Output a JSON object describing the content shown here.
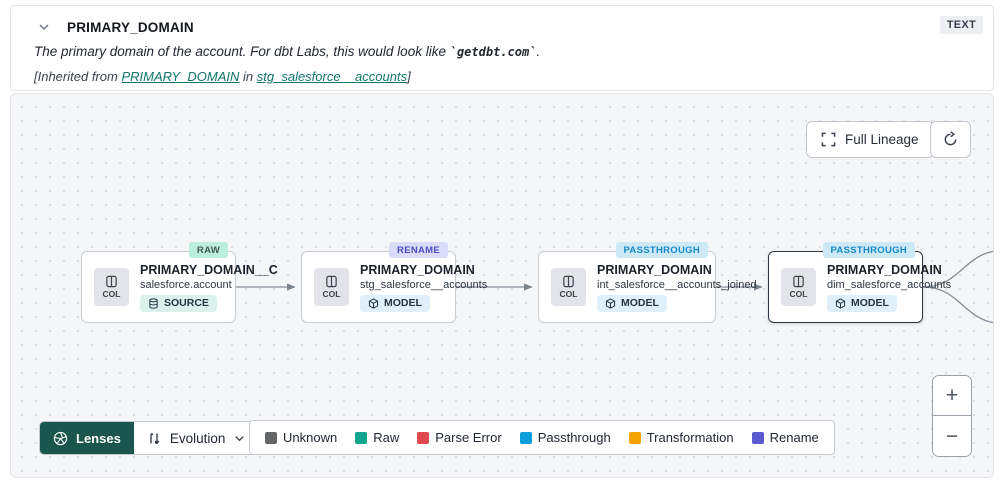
{
  "header": {
    "title": "PRIMARY_DOMAIN",
    "type_badge": "TEXT",
    "description": {
      "prefix": "The primary domain of the account. For dbt Labs, this would look like ",
      "code": "`getdbt.com`",
      "suffix": "."
    },
    "inherited": {
      "prefix": "[Inherited from ",
      "column_link": "PRIMARY_DOMAIN",
      "middle": " in ",
      "model_link": "stg_salesforce__accounts",
      "suffix": "]"
    }
  },
  "toolbar": {
    "full_lineage_label": "Full Lineage"
  },
  "graph": {
    "nodes": [
      {
        "tag": "RAW",
        "title": "PRIMARY_DOMAIN__C",
        "subtitle": "salesforce.account",
        "kind": "SOURCE",
        "col_label": "COL",
        "selected": false
      },
      {
        "tag": "RENAME",
        "title": "PRIMARY_DOMAIN",
        "subtitle": "stg_salesforce__accounts",
        "kind": "MODEL",
        "col_label": "COL",
        "selected": false
      },
      {
        "tag": "PASSTHROUGH",
        "title": "PRIMARY_DOMAIN",
        "subtitle": "int_salesforce__accounts_joined",
        "kind": "MODEL",
        "col_label": "COL",
        "selected": false
      },
      {
        "tag": "PASSTHROUGH",
        "title": "PRIMARY_DOMAIN",
        "subtitle": "dim_salesforce_accounts",
        "kind": "MODEL",
        "col_label": "COL",
        "selected": true
      }
    ]
  },
  "lenses": {
    "button_label": "Lenses",
    "selected_lens": "Evolution"
  },
  "legend": {
    "items": [
      {
        "label": "Unknown",
        "color": "#636567"
      },
      {
        "label": "Raw",
        "color": "#12a690"
      },
      {
        "label": "Parse Error",
        "color": "#e0484f"
      },
      {
        "label": "Passthrough",
        "color": "#0c9fd9"
      },
      {
        "label": "Transformation",
        "color": "#f4a306"
      },
      {
        "label": "Rename",
        "color": "#5a5ad1"
      }
    ]
  },
  "zoom_controls": {
    "zoom_in": "+",
    "zoom_out": "−"
  },
  "colors": {
    "lenses_green": "#1a564e",
    "link_teal": "#0e756b",
    "tag_raw_bg": "#bceedd",
    "tag_rename_bg": "#dadbf8",
    "tag_passthrough_bg": "#cde9f8",
    "canvas_bg": "#f5f6f8"
  },
  "icons": {
    "collapse": "chevron-down",
    "full_lineage": "expand-corners",
    "refresh": "circular-arrow",
    "lenses": "aperture",
    "evolution": "route-swap",
    "column": "table-columns",
    "source": "database",
    "model": "cube"
  }
}
